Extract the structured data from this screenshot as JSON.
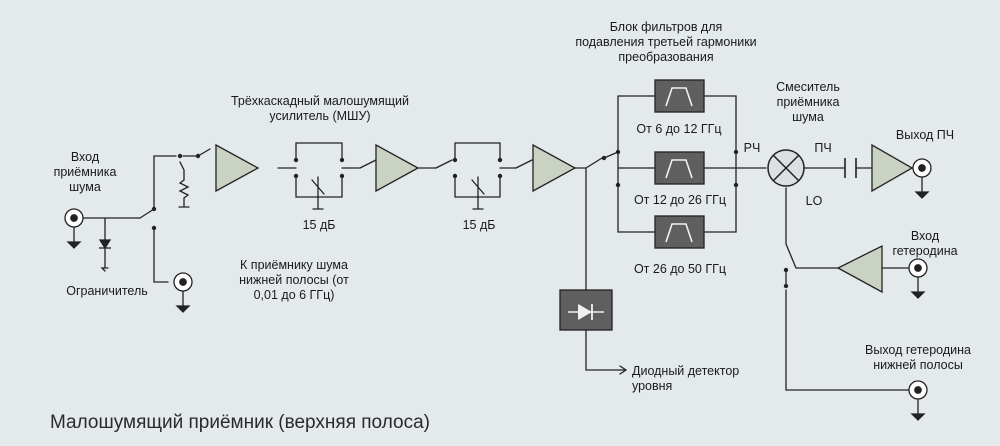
{
  "caption": "Малошумящий приёмник (верхняя полоса)",
  "colors": {
    "background": "#e4e9ec",
    "amplifier_fill": "#c9d2c3",
    "filter_fill": "#5f5f5f",
    "detector_fill": "#5f5f5f",
    "mixer_fill": "#dcdfe4",
    "wire": "#222222"
  },
  "labels": {
    "noise_input": "Вход\nприёмника\nшума",
    "limiter": "Ограничитель",
    "lna_title": "Трёхкаскадный малошумящий\nусилитель (МШУ)",
    "attenuator_1": "15 дБ",
    "attenuator_2": "15 дБ",
    "low_band_output": "К приёмнику шума\nнижней полосы (от\n0,01 до 6 ГГц)",
    "filter_bank_title": "Блок фильтров для\nподавления третьей гармоники\nпреобразования",
    "filter_1": "От 6 до 12 ГГц",
    "filter_2": "От 12 до 26 ГГц",
    "filter_3": "От 26 до 50 ГГц",
    "rf": "РЧ",
    "if_port": "ПЧ",
    "lo_port": "LO",
    "mixer_title": "Смеситель\nприёмника\nшума",
    "if_output": "Выход ПЧ",
    "lo_input": "Вход\nгетеродина",
    "diode_detector": "Диодный детектор\nуровня",
    "lo_low_output": "Выход гетеродина\nнижней полосы"
  },
  "components": {
    "amplifiers": [
      "amplifier",
      "amplifier",
      "amplifier",
      "amplifier",
      "amplifier"
    ],
    "filters": [
      "bandpass-filter",
      "bandpass-filter",
      "bandpass-filter"
    ],
    "connectors": [
      "coax-connector",
      "coax-connector",
      "coax-connector",
      "coax-connector",
      "coax-connector"
    ]
  }
}
